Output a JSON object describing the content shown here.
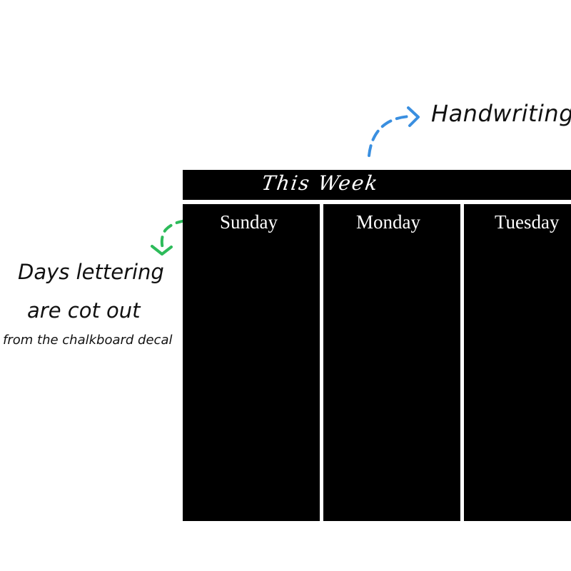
{
  "board": {
    "title": "This Week",
    "days": [
      "Sunday",
      "Monday",
      "Tuesday"
    ],
    "background_color": "#000000",
    "text_color": "#ffffff"
  },
  "annotations": {
    "handwriting": "Handwriting",
    "days_line1": "Days lettering",
    "days_line2": "are cot out",
    "days_line3": "from the chalkboard decal"
  },
  "colors": {
    "handwriting_arrow": "#3a8fe0",
    "days_arrow": "#2dbb5a"
  },
  "icons": {
    "handwriting_arrow": "curved-dashed-arrow-icon",
    "days_arrow": "curved-dashed-arrow-icon"
  }
}
